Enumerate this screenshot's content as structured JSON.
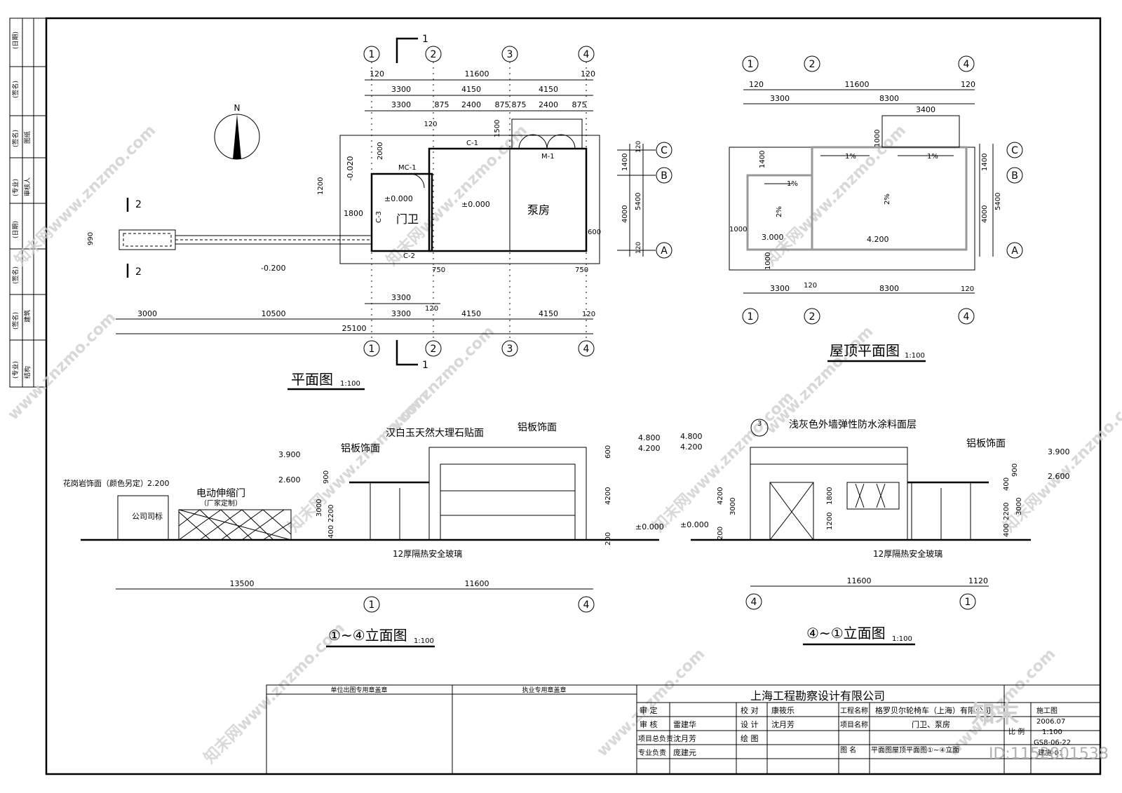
{
  "sheet": {
    "title_plan": "平面图",
    "scale_plan": "1:100",
    "title_roof": "屋顶平面图",
    "scale_roof": "1:100",
    "title_elev_a": "①~④立面图",
    "scale_elev_a": "1:100",
    "title_elev_b": "④~①立面图",
    "scale_elev_b": "1:100"
  },
  "grid": {
    "a1": "1",
    "a2": "2",
    "a3": "3",
    "a4": "4",
    "ra": "A",
    "rb": "B",
    "rc": "C"
  },
  "plan": {
    "north": "N",
    "dim_top_total": "11600",
    "dim_top_120a": "120",
    "dim_top_120b": "120",
    "dim_top_3300": "3300",
    "dim_top_4150a": "4150",
    "dim_top_4150b": "4150",
    "dim_seg_3300": "3300",
    "dim_seg_875a": "875",
    "dim_seg_2400a": "2400",
    "dim_seg_875b": "875",
    "dim_seg_875c": "875",
    "dim_seg_2400b": "2400",
    "dim_seg_875d": "875",
    "dim_120c": "120",
    "dim_1500": "1500",
    "dim_2000": "2000",
    "dim_1200": "1200",
    "dim_1800": "1800",
    "dim_990": "990",
    "level_m020": "-0.020",
    "level_000a": "±0.000",
    "level_000b": "±0.000",
    "level_m200": "-0.200",
    "label_c1": "C-1",
    "label_c2": "C-2",
    "label_c3": "C-3",
    "label_mc1": "MC-1",
    "label_m1": "M-1",
    "room_guard": "门卫",
    "room_pump": "泵房",
    "dim_600": "600",
    "dim_750a": "750",
    "dim_750b": "750",
    "dim_r1400": "1400",
    "dim_r4000": "4000",
    "dim_r5400": "5400",
    "dim_r120a": "120",
    "dim_r120b": "120",
    "dim_b3300a": "3300",
    "dim_b120": "120",
    "dim_b3000": "3000",
    "dim_b10500": "10500",
    "dim_b3300b": "3300",
    "dim_b4150a": "4150",
    "dim_b4150b": "4150",
    "dim_b120b": "120",
    "dim_b25100": "25100",
    "sec_1": "1",
    "sec_2": "2"
  },
  "roof": {
    "dim_11600": "11600",
    "dim_120a": "120",
    "dim_120b": "120",
    "dim_3300": "3300",
    "dim_8300": "8300",
    "dim_3400": "3400",
    "dim_1000a": "1000",
    "dim_1400": "1400",
    "dim_1000b": "1000",
    "dim_1000c": "1000",
    "dim_4000": "4000",
    "dim_5400": "5400",
    "slope_1a": "1%",
    "slope_1b": "1%",
    "slope_1c": "1%",
    "slope_2a": "2%",
    "slope_2b": "2%",
    "level_3000": "3.000",
    "level_4200": "4.200",
    "dim_b3300": "3300",
    "dim_b8300": "8300",
    "dim_b120a": "120",
    "dim_b120b": "120"
  },
  "elev_a": {
    "note_marble": "汉白玉天然大理石贴面",
    "note_alum1": "铝板饰面",
    "note_alum2": "铝板饰面",
    "note_granite": "花岗岩饰面（颜色另定）",
    "note_gate": "电动伸缩门",
    "note_gate2": "（厂家定制）",
    "note_logo": "公司司标",
    "note_glass": "12厚隔热安全玻璃",
    "lv_3900": "3.900",
    "lv_2600": "2.600",
    "lv_2200": "2.200",
    "lv_4800": "4.800",
    "lv_4200": "4.200",
    "lv_000": "±0.000",
    "d_900": "900",
    "d_3000": "3000",
    "d_2200": "2200",
    "d_400": "400",
    "d_600": "600",
    "d_4200": "4200",
    "d_200": "200",
    "d_13500": "13500",
    "d_11600": "11600"
  },
  "elev_b": {
    "note_coat": "浅灰色外墙弹性防水涂料面层",
    "note_alum": "铝板饰面",
    "note_glass": "12厚隔热安全玻璃",
    "detail": "3",
    "lv_4800": "4.800",
    "lv_4200": "4.200",
    "lv_000": "±0.000",
    "lv_3900": "3.900",
    "lv_2600": "2.600",
    "d_4200": "4200",
    "d_3000": "3000",
    "d_1800": "1800",
    "d_1200": "1200",
    "d_200": "200",
    "d_900": "900",
    "d_400a": "400",
    "d_2200": "2200",
    "d_400b": "400",
    "d_3000b": "3000",
    "d_11600": "11600",
    "d_1120": "1120"
  },
  "titleblock": {
    "company": "上海工程勘察设计有限公司",
    "stamp1": "单位出图专用章盖章",
    "stamp2": "执业专用章盖章",
    "r_shending": "审 定",
    "r_shenhe": "审 核",
    "r_shenhe_name": "雷建华",
    "r_pm": "项目总负责",
    "r_pm_name": "沈月芳",
    "r_zy": "专业负责",
    "r_zy_name": "庞建元",
    "r_jiaodui": "校 对",
    "r_jiaodui_name": "康筱乐",
    "r_sheji": "设 计",
    "r_sheji_name": "沈月芳",
    "r_huitu": "绘 图",
    "r_gcmc": "工程名称",
    "r_gcmc_val": "格罗贝尔轮椅车（上海）有限公司",
    "r_xmmc": "项目名称",
    "r_xmmc_val": "门卫、泵房",
    "r_tm": "图 名",
    "r_tm_val": "平面图屋顶平面图①~④立面",
    "r_stage": "施工图",
    "r_date": "2006.07",
    "r_bili": "比 例",
    "r_scale": "1:100",
    "r_no": "GS8-06-22",
    "r_no2": "建施-01"
  },
  "margin_strip": {
    "c1": "(日期)",
    "c2": "(签名)",
    "c3": "(签名)",
    "c4": "(专业)",
    "c5": "(日期)",
    "c6": "(签名)",
    "c7": "(签名)",
    "c8": "(专业)",
    "c9": "图纸",
    "c10": "审核人",
    "c11": "建筑",
    "c12": "结构"
  },
  "watermarks": {
    "wm1": "www.znzmo.com",
    "wm2": "知末网www.znzmo.com",
    "logo": "知末",
    "id": "ID:1152801538"
  },
  "colors": {
    "line": "#000000",
    "watermark": "#cfcfcf",
    "roof_parapet": "#999999"
  }
}
